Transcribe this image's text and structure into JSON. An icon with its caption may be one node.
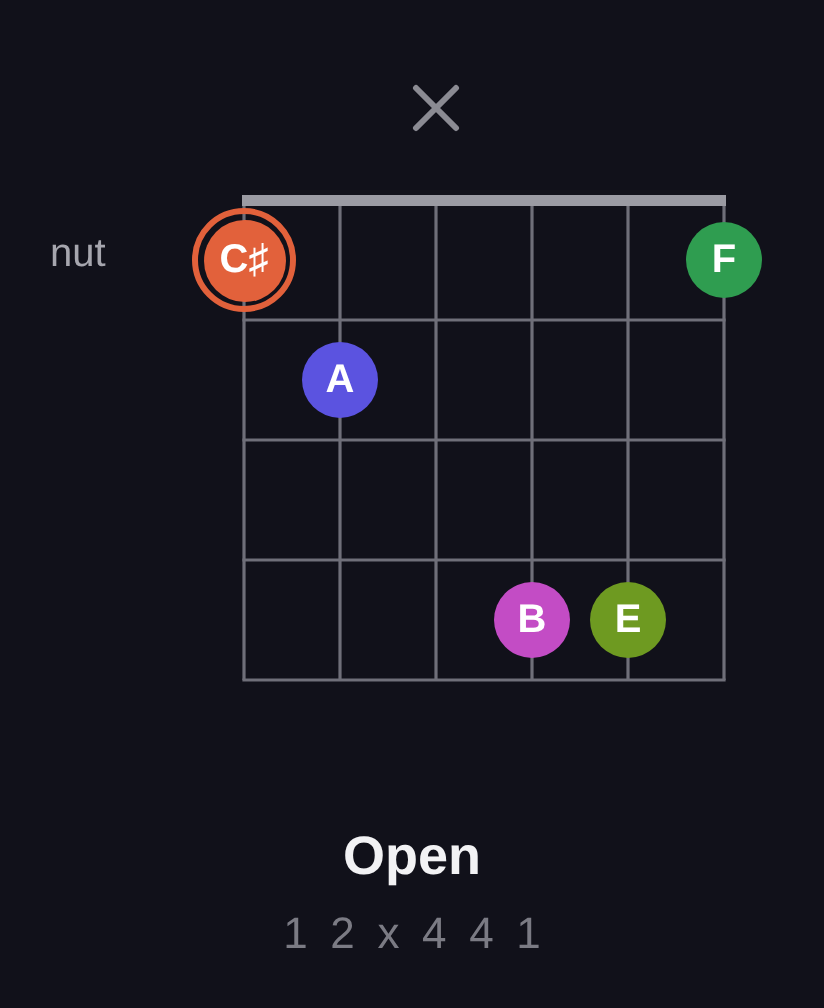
{
  "diagram": {
    "title": "Open",
    "nodes": [
      {
        "text": [
          "C♯"
        ]
      },
      {
        "text": [
          "F"
        ]
      },
      {
        "text": [
          "A"
        ]
      },
      {
        "text": [
          "B"
        ]
      },
      {
        "text": [
          "E"
        ]
      }
    ],
    "labels": [
      "nut",
      "1 2 x 4 4 1"
    ]
  }
}
